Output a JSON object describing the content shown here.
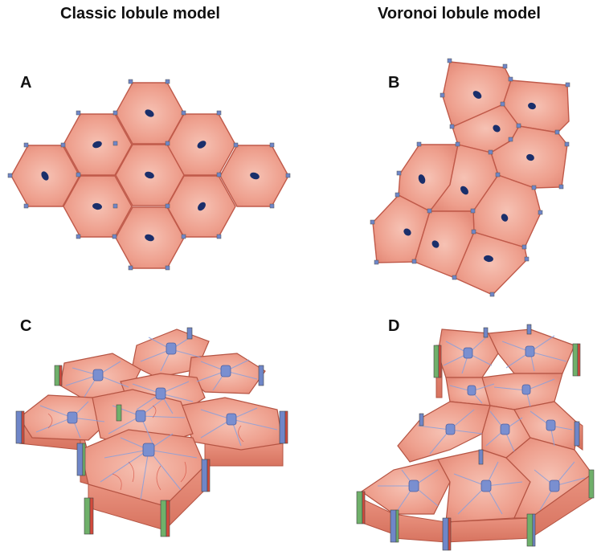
{
  "titles": {
    "left": "Classic lobule model",
    "right": "Voronoi lobule model"
  },
  "panels": {
    "a": "A",
    "b": "B",
    "c": "C",
    "d": "D"
  },
  "colors": {
    "lobule_fill": "#f1a898",
    "lobule_edge": "#c05a4a",
    "central_vein": "#1a2f6b",
    "portal_blue": "#6f86c8",
    "portal_green": "#6fb06a",
    "portal_red": "#d44a3c",
    "sinusoid": "#8aa0dc"
  }
}
